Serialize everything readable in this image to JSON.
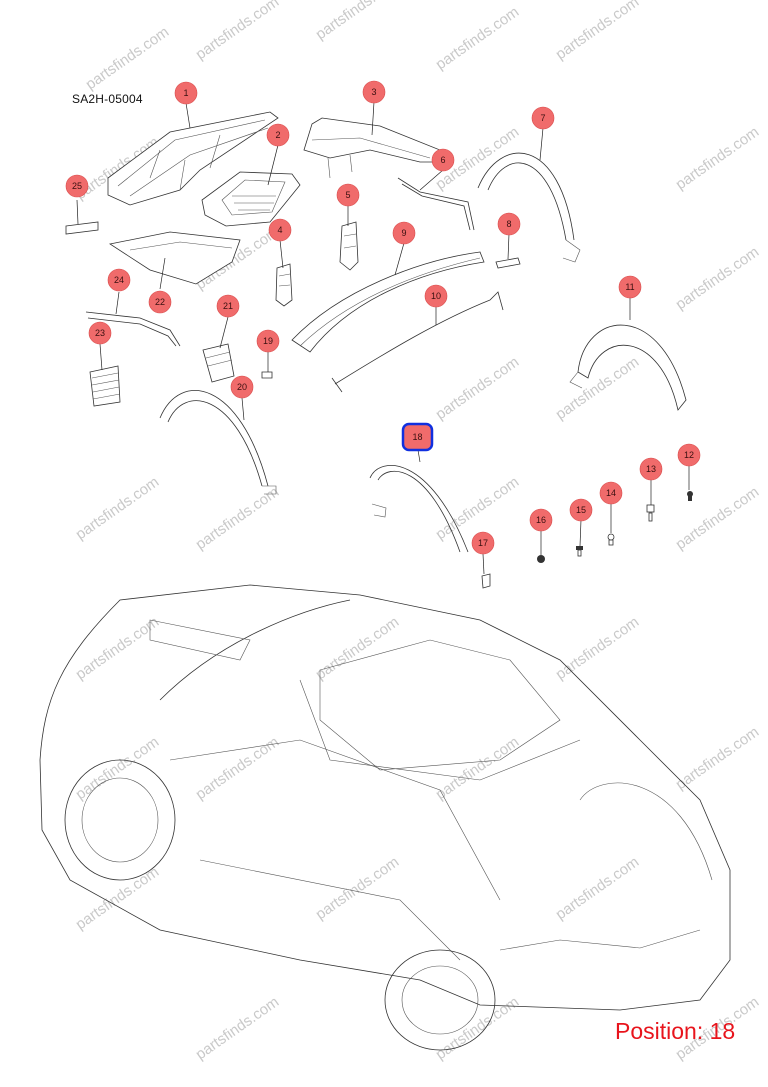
{
  "diagram": {
    "code": "SA2H-05004",
    "position_label": "Position: 18",
    "watermark": "partsfinds.com",
    "selected": "18",
    "callouts": [
      "1",
      "2",
      "3",
      "4",
      "5",
      "6",
      "7",
      "8",
      "9",
      "10",
      "11",
      "12",
      "13",
      "14",
      "15",
      "16",
      "17",
      "18",
      "19",
      "20",
      "21",
      "22",
      "23",
      "24",
      "25"
    ],
    "colors": {
      "callout": "#f06b6b",
      "highlight": "#1030e0",
      "position_text": "#e8141c"
    }
  }
}
